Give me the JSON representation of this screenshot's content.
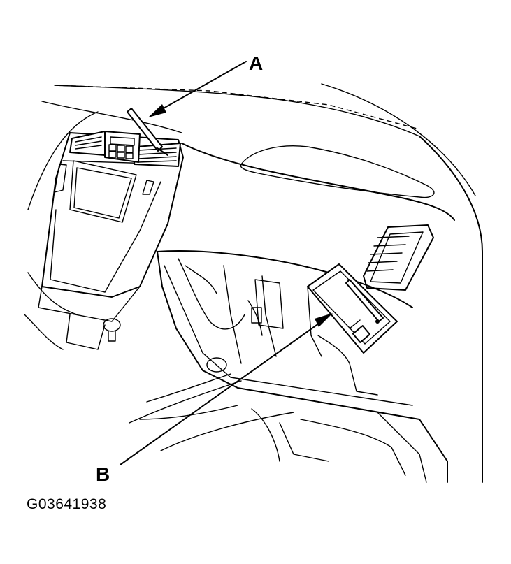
{
  "callouts": {
    "a": "A",
    "b": "B"
  },
  "figure_id": "G03641938",
  "colors": {
    "line": "#000000",
    "background": "#ffffff"
  }
}
